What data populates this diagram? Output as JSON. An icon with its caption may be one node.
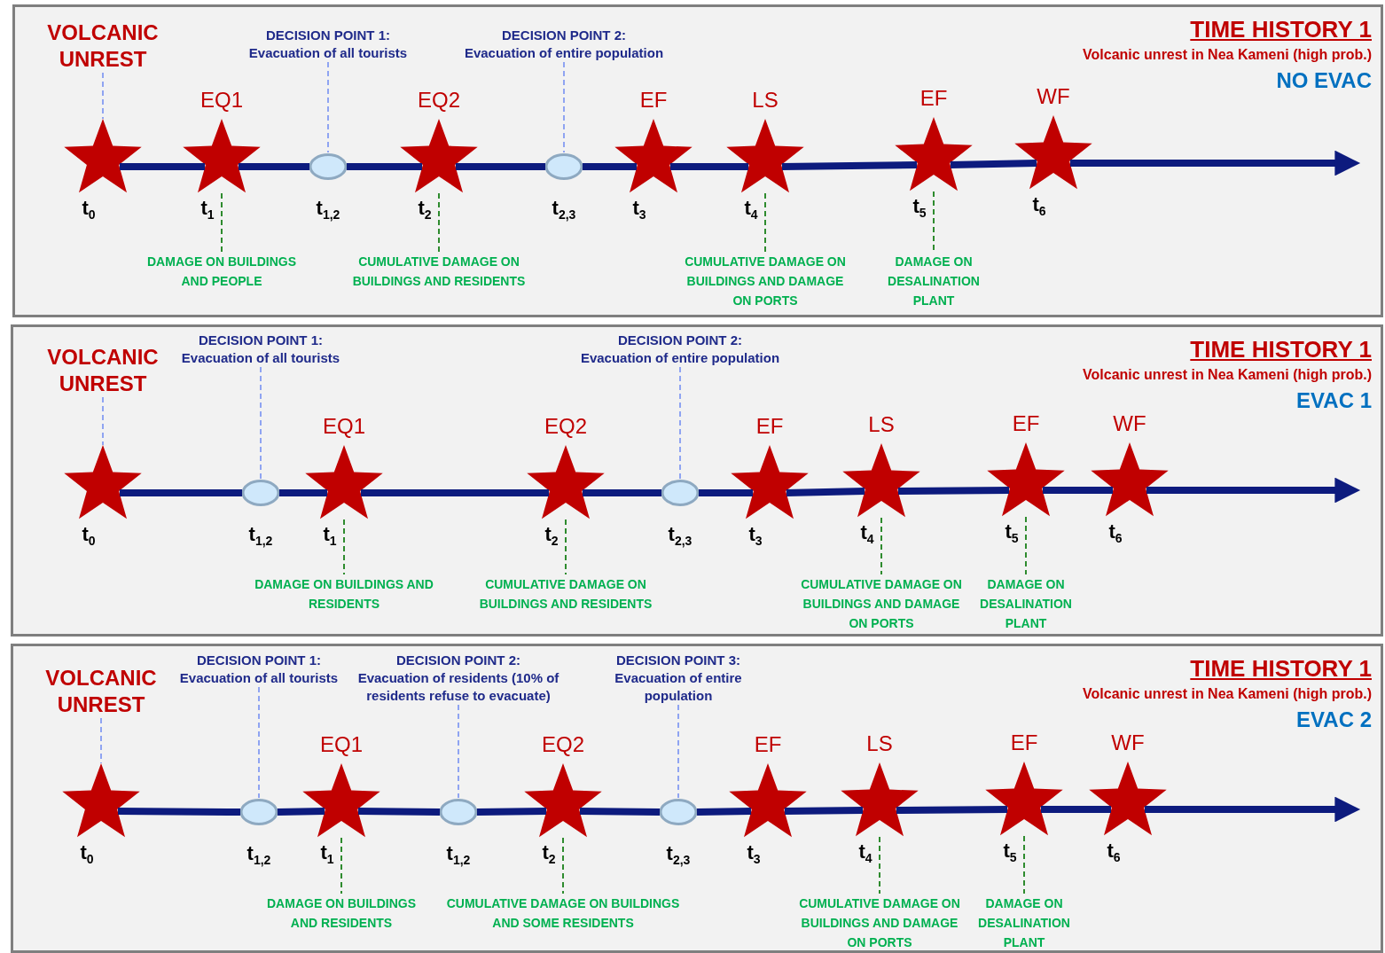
{
  "diagram": {
    "nodes": [
      {
        "text": [
          "TIME HISTORY 1",
          "Volcanic unrest in Nea Kameni (high prob.)",
          "NO EVAC"
        ]
      },
      {
        "text": [
          "VOLCANIC UNREST"
        ],
        "in": 0
      },
      {
        "text": [
          "DECISION POINT 1:",
          "Evacuation of all tourists"
        ],
        "in": 0
      },
      {
        "text": [
          "DECISION POINT 2:",
          "Evacuation of entire population"
        ],
        "in": 0
      },
      {
        "text": [],
        "shape": "star",
        "beside": [
          "t$_{0}$"
        ],
        "in": 0
      },
      {
        "text": [
          "EQ1"
        ],
        "beside": [
          "t$_{1}$"
        ],
        "in": 0
      },
      {
        "text": [],
        "shape": "circle",
        "beside": [
          "t$_{1,2}$"
        ],
        "in": 0
      },
      {
        "text": [
          "EQ2"
        ],
        "beside": [
          "t$_{2}$"
        ],
        "in": 0
      },
      {
        "text": [],
        "shape": "circle",
        "beside": [
          "t$_{2,3}$"
        ],
        "in": 0
      },
      {
        "text": [
          "EF"
        ],
        "beside": [
          "t$_{3}$"
        ],
        "in": 0
      },
      {
        "text": [
          "LS"
        ],
        "beside": [
          "t$_{4}$"
        ],
        "in": 0
      },
      {
        "text": [
          "EF"
        ],
        "beside": [
          "t$_{5}$"
        ],
        "in": 0
      },
      {
        "text": [
          "WF"
        ],
        "beside": [
          "t$_{6}$"
        ],
        "in": 0
      },
      {
        "text": [
          "DAMAGE ON BUILDINGS AND PEOPLE"
        ],
        "in": 0
      },
      {
        "text": [
          "CUMULATIVE DAMAGE ON BUILDINGS AND RESIDENTS"
        ],
        "in": 0
      },
      {
        "text": [
          "CUMULATIVE DAMAGE ON BUILDINGS AND DAMAGE ON PORTS"
        ],
        "in": 0
      },
      {
        "text": [
          "DAMAGE ON DESALINATION PLANT"
        ],
        "in": 0
      },
      {
        "text": [
          "TIME HISTORY 1",
          "Volcanic unrest in Nea Kameni (high prob.)",
          "EVAC 1"
        ]
      },
      {
        "text": [
          "VOLCANIC UNREST"
        ],
        "in": 17
      },
      {
        "text": [
          "DECISION POINT 1:",
          "Evacuation of all tourists"
        ],
        "in": 17
      },
      {
        "text": [
          "DECISION POINT 2:",
          "Evacuation of entire population"
        ],
        "in": 17
      },
      {
        "text": [],
        "shape": "star",
        "beside": [
          "t$_{0}$"
        ],
        "in": 17
      },
      {
        "text": [],
        "shape": "circle",
        "beside": [
          "t$_{1,2}$"
        ],
        "in": 17
      },
      {
        "text": [
          "EQ1"
        ],
        "beside": [
          "t$_{1}$"
        ],
        "in": 17
      },
      {
        "text": [
          "EQ2"
        ],
        "beside": [
          "t$_{2}$"
        ],
        "in": 17
      },
      {
        "text": [],
        "shape": "circle",
        "beside": [
          "t$_{2,3}$"
        ],
        "in": 17
      },
      {
        "text": [
          "EF"
        ],
        "beside": [
          "t$_{3}$"
        ],
        "in": 17
      },
      {
        "text": [
          "LS"
        ],
        "beside": [
          "t$_{4}$"
        ],
        "in": 17
      },
      {
        "text": [
          "EF"
        ],
        "beside": [
          "t$_{5}$"
        ],
        "in": 17
      },
      {
        "text": [
          "WF"
        ],
        "beside": [
          "t$_{6}$"
        ],
        "in": 17
      },
      {
        "text": [
          "DAMAGE ON BUILDINGS AND RESIDENTS"
        ],
        "in": 17
      },
      {
        "text": [
          "CUMULATIVE DAMAGE ON BUILDINGS AND RESIDENTS"
        ],
        "in": 17
      },
      {
        "text": [
          "CUMULATIVE DAMAGE ON BUILDINGS AND DAMAGE ON PORTS"
        ],
        "in": 17
      },
      {
        "text": [
          "DAMAGE ON DESALINATION PLANT"
        ],
        "in": 17
      },
      {
        "text": [
          "TIME HISTORY 1",
          "Volcanic unrest in Nea Kameni (high prob.)",
          "EVAC 2"
        ]
      },
      {
        "text": [
          "VOLCANIC UNREST"
        ],
        "in": 34
      },
      {
        "text": [
          "DECISION POINT 1:",
          "Evacuation of all tourists"
        ],
        "in": 34
      },
      {
        "text": [
          "DECISION POINT 2:",
          "Evacuation of residents (10% of residents refuse to evacuate)"
        ],
        "in": 34
      },
      {
        "text": [
          "DECISION POINT 3:",
          "Evacuation of entire population"
        ],
        "in": 34
      },
      {
        "text": [],
        "shape": "star",
        "beside": [
          "t$_{0}$"
        ],
        "in": 34
      },
      {
        "text": [],
        "shape": "circle",
        "beside": [
          "t$_{1,2}$"
        ],
        "in": 34
      },
      {
        "text": [
          "EQ1"
        ],
        "beside": [
          "t$_{1}$"
        ],
        "in": 34
      },
      {
        "text": [],
        "shape": "circle",
        "beside": [
          "t$_{1,2}$"
        ],
        "in": 34
      },
      {
        "text": [
          "EQ2"
        ],
        "beside": [
          "t$_{2}$"
        ],
        "in": 34
      },
      {
        "text": [],
        "shape": "circle",
        "beside": [
          "t$_{2,3}$"
        ],
        "in": 34
      },
      {
        "text": [
          "EF"
        ],
        "beside": [
          "t$_{3}$"
        ],
        "in": 34
      },
      {
        "text": [
          "LS"
        ],
        "beside": [
          "t$_{4}$"
        ],
        "in": 34
      },
      {
        "text": [
          "EF"
        ],
        "beside": [
          "t$_{5}$"
        ],
        "in": 34
      },
      {
        "text": [
          "WF"
        ],
        "beside": [
          "t$_{6}$"
        ],
        "in": 34
      },
      {
        "text": [
          "DAMAGE ON BUILDINGS AND RESIDENTS"
        ],
        "in": 34
      },
      {
        "text": [
          "CUMULATIVE DAMAGE ON BUILDINGS AND SOME RESIDENTS"
        ],
        "in": 34
      },
      {
        "text": [
          "CUMULATIVE DAMAGE ON BUILDINGS AND DAMAGE ON PORTS"
        ],
        "in": 34
      },
      {
        "text": [
          "DAMAGE ON DESALINATION PLANT"
        ],
        "in": 34
      }
    ],
    "edges": [
      {
        "from": 1,
        "to": 4,
        "arrow": "none",
        "style": "dashed",
        "color": "#8fa4f2"
      },
      {
        "from": 2,
        "to": 6,
        "arrow": "none",
        "style": "dashed",
        "color": "#8fa4f2"
      },
      {
        "from": 3,
        "to": 8,
        "arrow": "none",
        "style": "dashed",
        "color": "#8fa4f2"
      },
      {
        "from": 4,
        "to": 5,
        "arrow": "none"
      },
      {
        "from": 5,
        "to": 6,
        "arrow": "none"
      },
      {
        "from": 6,
        "to": 7,
        "arrow": "none"
      },
      {
        "from": 7,
        "to": 8,
        "arrow": "none"
      },
      {
        "from": 8,
        "to": 9,
        "arrow": "none"
      },
      {
        "from": 9,
        "to": 10,
        "arrow": "none"
      },
      {
        "from": 10,
        "to": 11,
        "arrow": "none"
      },
      {
        "from": 11,
        "to": 12,
        "arrow": "none"
      },
      {
        "from": 12,
        "to": null,
        "arrow": "to"
      },
      {
        "from": 5,
        "to": 13,
        "arrow": "none",
        "style": "dashed",
        "color": "#2e8b2e"
      },
      {
        "from": 7,
        "to": 14,
        "arrow": "none",
        "style": "dashed",
        "color": "#2e8b2e"
      },
      {
        "from": 10,
        "to": 15,
        "arrow": "none",
        "style": "dashed",
        "color": "#2e8b2e"
      },
      {
        "from": 11,
        "to": 16,
        "arrow": "none",
        "style": "dashed",
        "color": "#2e8b2e"
      },
      {
        "from": 18,
        "to": 21,
        "arrow": "none",
        "style": "dashed",
        "color": "#8fa4f2"
      },
      {
        "from": 19,
        "to": 22,
        "arrow": "none",
        "style": "dashed",
        "color": "#8fa4f2"
      },
      {
        "from": 20,
        "to": 25,
        "arrow": "none",
        "style": "dashed",
        "color": "#8fa4f2"
      },
      {
        "from": 21,
        "to": 22,
        "arrow": "none"
      },
      {
        "from": 22,
        "to": 23,
        "arrow": "none"
      },
      {
        "from": 23,
        "to": 24,
        "arrow": "none"
      },
      {
        "from": 24,
        "to": 25,
        "arrow": "none"
      },
      {
        "from": 25,
        "to": 26,
        "arrow": "none"
      },
      {
        "from": 26,
        "to": 27,
        "arrow": "none"
      },
      {
        "from": 27,
        "to": 28,
        "arrow": "none"
      },
      {
        "from": 28,
        "to": 29,
        "arrow": "none"
      },
      {
        "from": 29,
        "to": null,
        "arrow": "to"
      },
      {
        "from": 23,
        "to": 30,
        "arrow": "none",
        "style": "dashed",
        "color": "#2e8b2e"
      },
      {
        "from": 24,
        "to": 31,
        "arrow": "none",
        "style": "dashed",
        "color": "#2e8b2e"
      },
      {
        "from": 27,
        "to": 32,
        "arrow": "none",
        "style": "dashed",
        "color": "#2e8b2e"
      },
      {
        "from": 28,
        "to": 33,
        "arrow": "none",
        "style": "dashed",
        "color": "#2e8b2e"
      },
      {
        "from": 35,
        "to": 39,
        "arrow": "none",
        "style": "dashed",
        "color": "#8fa4f2"
      },
      {
        "from": 36,
        "to": 40,
        "arrow": "none",
        "style": "dashed",
        "color": "#8fa4f2"
      },
      {
        "from": 37,
        "to": 42,
        "arrow": "none",
        "style": "dashed",
        "color": "#8fa4f2"
      },
      {
        "from": 38,
        "to": 44,
        "arrow": "none",
        "style": "dashed",
        "color": "#8fa4f2"
      },
      {
        "from": 39,
        "to": 40,
        "arrow": "none"
      },
      {
        "from": 40,
        "to": 41,
        "arrow": "none"
      },
      {
        "from": 41,
        "to": 42,
        "arrow": "none"
      },
      {
        "from": 42,
        "to": 43,
        "arrow": "none"
      },
      {
        "from": 43,
        "to": 44,
        "arrow": "none"
      },
      {
        "from": 44,
        "to": 45,
        "arrow": "none"
      },
      {
        "from": 45,
        "to": 46,
        "arrow": "none"
      },
      {
        "from": 46,
        "to": 47,
        "arrow": "none"
      },
      {
        "from": 47,
        "to": 48,
        "arrow": "none"
      },
      {
        "from": 48,
        "to": null,
        "arrow": "to"
      },
      {
        "from": 41,
        "to": 49,
        "arrow": "none",
        "style": "dashed",
        "color": "#2e8b2e"
      },
      {
        "from": 43,
        "to": 50,
        "arrow": "none",
        "style": "dashed",
        "color": "#2e8b2e"
      },
      {
        "from": 46,
        "to": 51,
        "arrow": "none",
        "style": "dashed",
        "color": "#2e8b2e"
      },
      {
        "from": 47,
        "to": 52,
        "arrow": "none",
        "style": "dashed",
        "color": "#2e8b2e"
      }
    ]
  }
}
